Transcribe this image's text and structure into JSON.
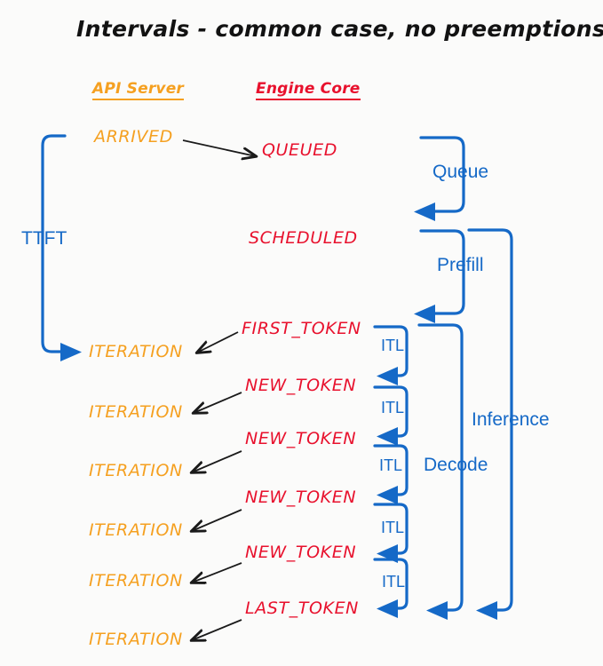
{
  "title": "Intervals - common case, no preemptions",
  "colors": {
    "api_server": "#F5A020",
    "engine_core": "#E8112D",
    "interval_blue": "#1569C7",
    "arrow_black": "#1a1a1a",
    "background": "#fbfbfa"
  },
  "columns": {
    "api_server": "API Server",
    "engine_core": "Engine Core"
  },
  "states": {
    "arrived": "ARRIVED",
    "queued": "QUEUED",
    "scheduled": "SCHEDULED",
    "first_token": "FIRST_TOKEN",
    "new_token": "NEW_TOKEN",
    "last_token": "LAST_TOKEN",
    "iteration": "ITERATION"
  },
  "intervals": {
    "ttft": "TTFT",
    "queue": "Queue",
    "prefill": "Prefill",
    "decode": "Decode",
    "inference": "Inference",
    "itl": "ITL"
  },
  "rows": [
    {
      "engine_state": "FIRST_TOKEN",
      "api_state": "ITERATION",
      "itl": "ITL"
    },
    {
      "engine_state": "NEW_TOKEN",
      "api_state": "ITERATION",
      "itl": "ITL"
    },
    {
      "engine_state": "NEW_TOKEN",
      "api_state": "ITERATION",
      "itl": "ITL"
    },
    {
      "engine_state": "NEW_TOKEN",
      "api_state": "ITERATION",
      "itl": "ITL"
    },
    {
      "engine_state": "NEW_TOKEN",
      "api_state": "ITERATION",
      "itl": "ITL"
    },
    {
      "engine_state": "LAST_TOKEN",
      "api_state": "ITERATION",
      "itl": "ITL"
    }
  ]
}
